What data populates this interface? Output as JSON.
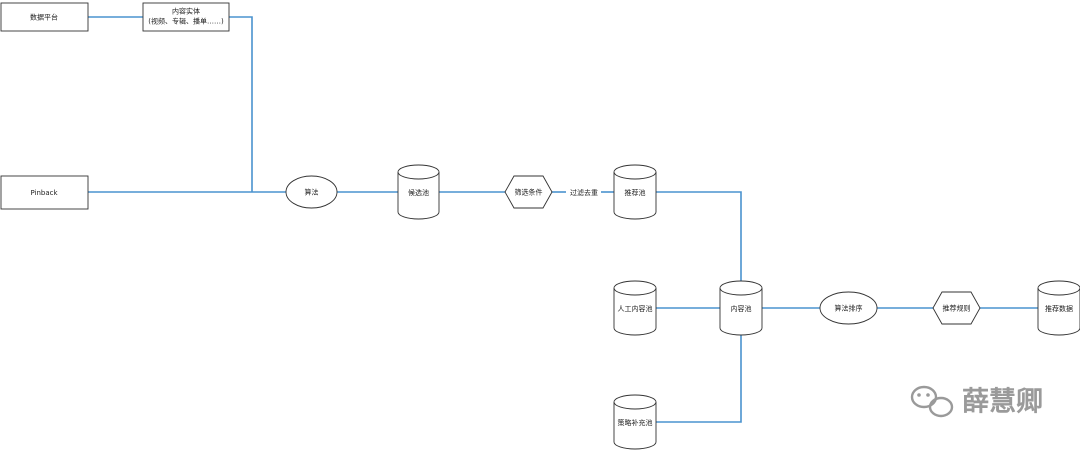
{
  "nodes": {
    "data_platform": "数据平台",
    "content_entity_line1": "内容实体",
    "content_entity_line2": "(视频、专辑、播单……)",
    "pinback": "Pinback",
    "algorithm": "算法",
    "candidate_pool": "候选池",
    "filter_conditions": "筛选条件",
    "recommend_pool": "推荐池",
    "manual_content_pool": "人工内容池",
    "content_pool": "内容池",
    "strategy_pool": "策略补充池",
    "algorithm_sort": "算法排序",
    "recommend_rules": "推荐规则",
    "recommend_data": "推荐数据"
  },
  "edges": {
    "dedup_label": "过滤去重"
  },
  "watermark": {
    "text": "薛慧卿",
    "icon": "wechat-icon"
  },
  "colors": {
    "edge": "#4a93cf",
    "shape_stroke": "#333333",
    "watermark": "#9a9a9a"
  }
}
